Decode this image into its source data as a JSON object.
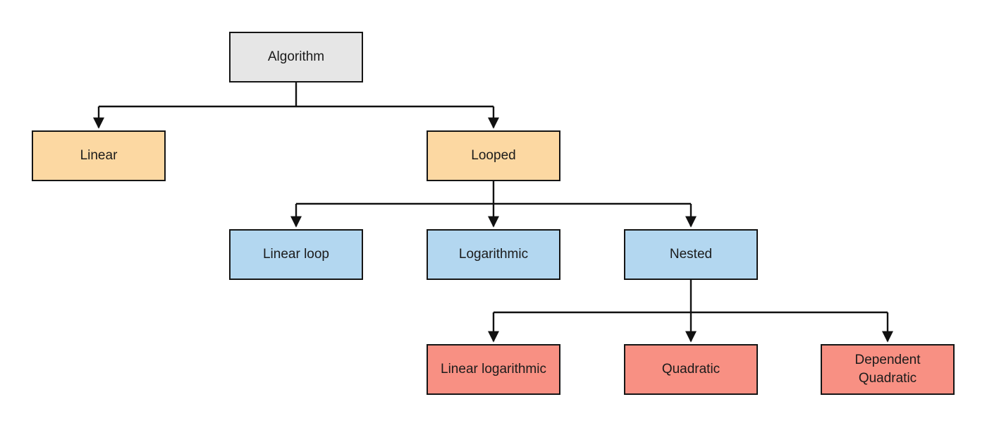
{
  "colors": {
    "background": "#ffffff",
    "border": "#151515",
    "connector": "#111111",
    "text": "#1b1b1b",
    "root_fill": "#e6e6e6",
    "level1_fill": "#fcd8a2",
    "level2_fill": "#b3d7f0",
    "level3_fill": "#f89083"
  },
  "nodes": {
    "algorithm": {
      "label": "Algorithm"
    },
    "linear": {
      "label": "Linear"
    },
    "looped": {
      "label": "Looped"
    },
    "linear_loop": {
      "label": "Linear loop"
    },
    "logarithmic": {
      "label": "Logarithmic"
    },
    "nested": {
      "label": "Nested"
    },
    "linear_logarithmic": {
      "label": "Linear logarithmic"
    },
    "quadratic": {
      "label": "Quadratic"
    },
    "dependent_quadratic": {
      "label": "Dependent Quadratic"
    }
  },
  "edges": [
    {
      "from": "Algorithm",
      "to": "Linear"
    },
    {
      "from": "Algorithm",
      "to": "Looped"
    },
    {
      "from": "Looped",
      "to": "Linear loop"
    },
    {
      "from": "Looped",
      "to": "Logarithmic"
    },
    {
      "from": "Looped",
      "to": "Nested"
    },
    {
      "from": "Nested",
      "to": "Linear logarithmic"
    },
    {
      "from": "Nested",
      "to": "Quadratic"
    },
    {
      "from": "Nested",
      "to": "Dependent Quadratic"
    }
  ]
}
